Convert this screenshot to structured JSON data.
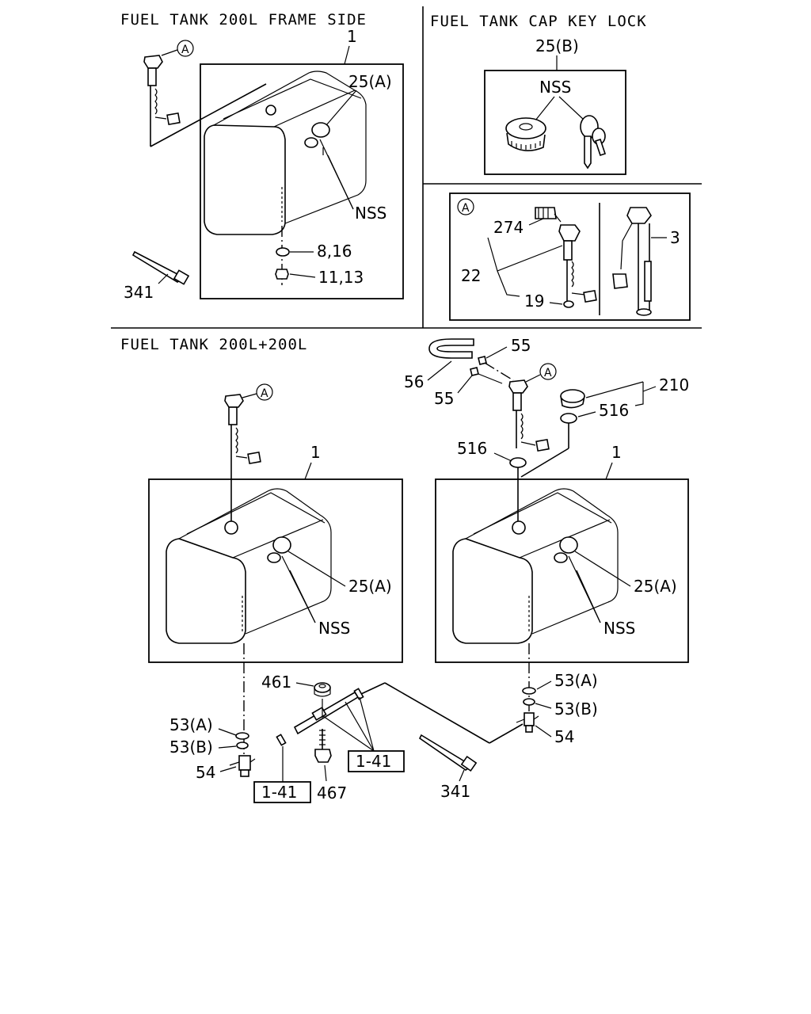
{
  "sections": {
    "frame_side": {
      "title": "FUEL TANK 200L FRAME SIDE"
    },
    "cap_key_lock": {
      "title": "FUEL TANK CAP KEY LOCK"
    },
    "double_tank": {
      "title": "FUEL TANK 200L+200L"
    }
  },
  "callouts": {
    "tank": "1",
    "cap_a": "25(A)",
    "cap_b": "25(B)",
    "nss": "NSS",
    "washer_8_16": "8,16",
    "bolt_11_13": "11,13",
    "strap": "341",
    "gauge_unit": "3",
    "fitting_274": "274",
    "hose_22": "22",
    "clip_19": "19",
    "clip_55": "55",
    "hose_56": "56",
    "seal_210": "210",
    "packing_516": "516",
    "packing_53a": "53(A)",
    "packing_53b": "53(B)",
    "drain_54": "54",
    "nut_461": "461",
    "bolt_467": "467",
    "ref_1_41": "1-41",
    "marker_a": "A"
  }
}
